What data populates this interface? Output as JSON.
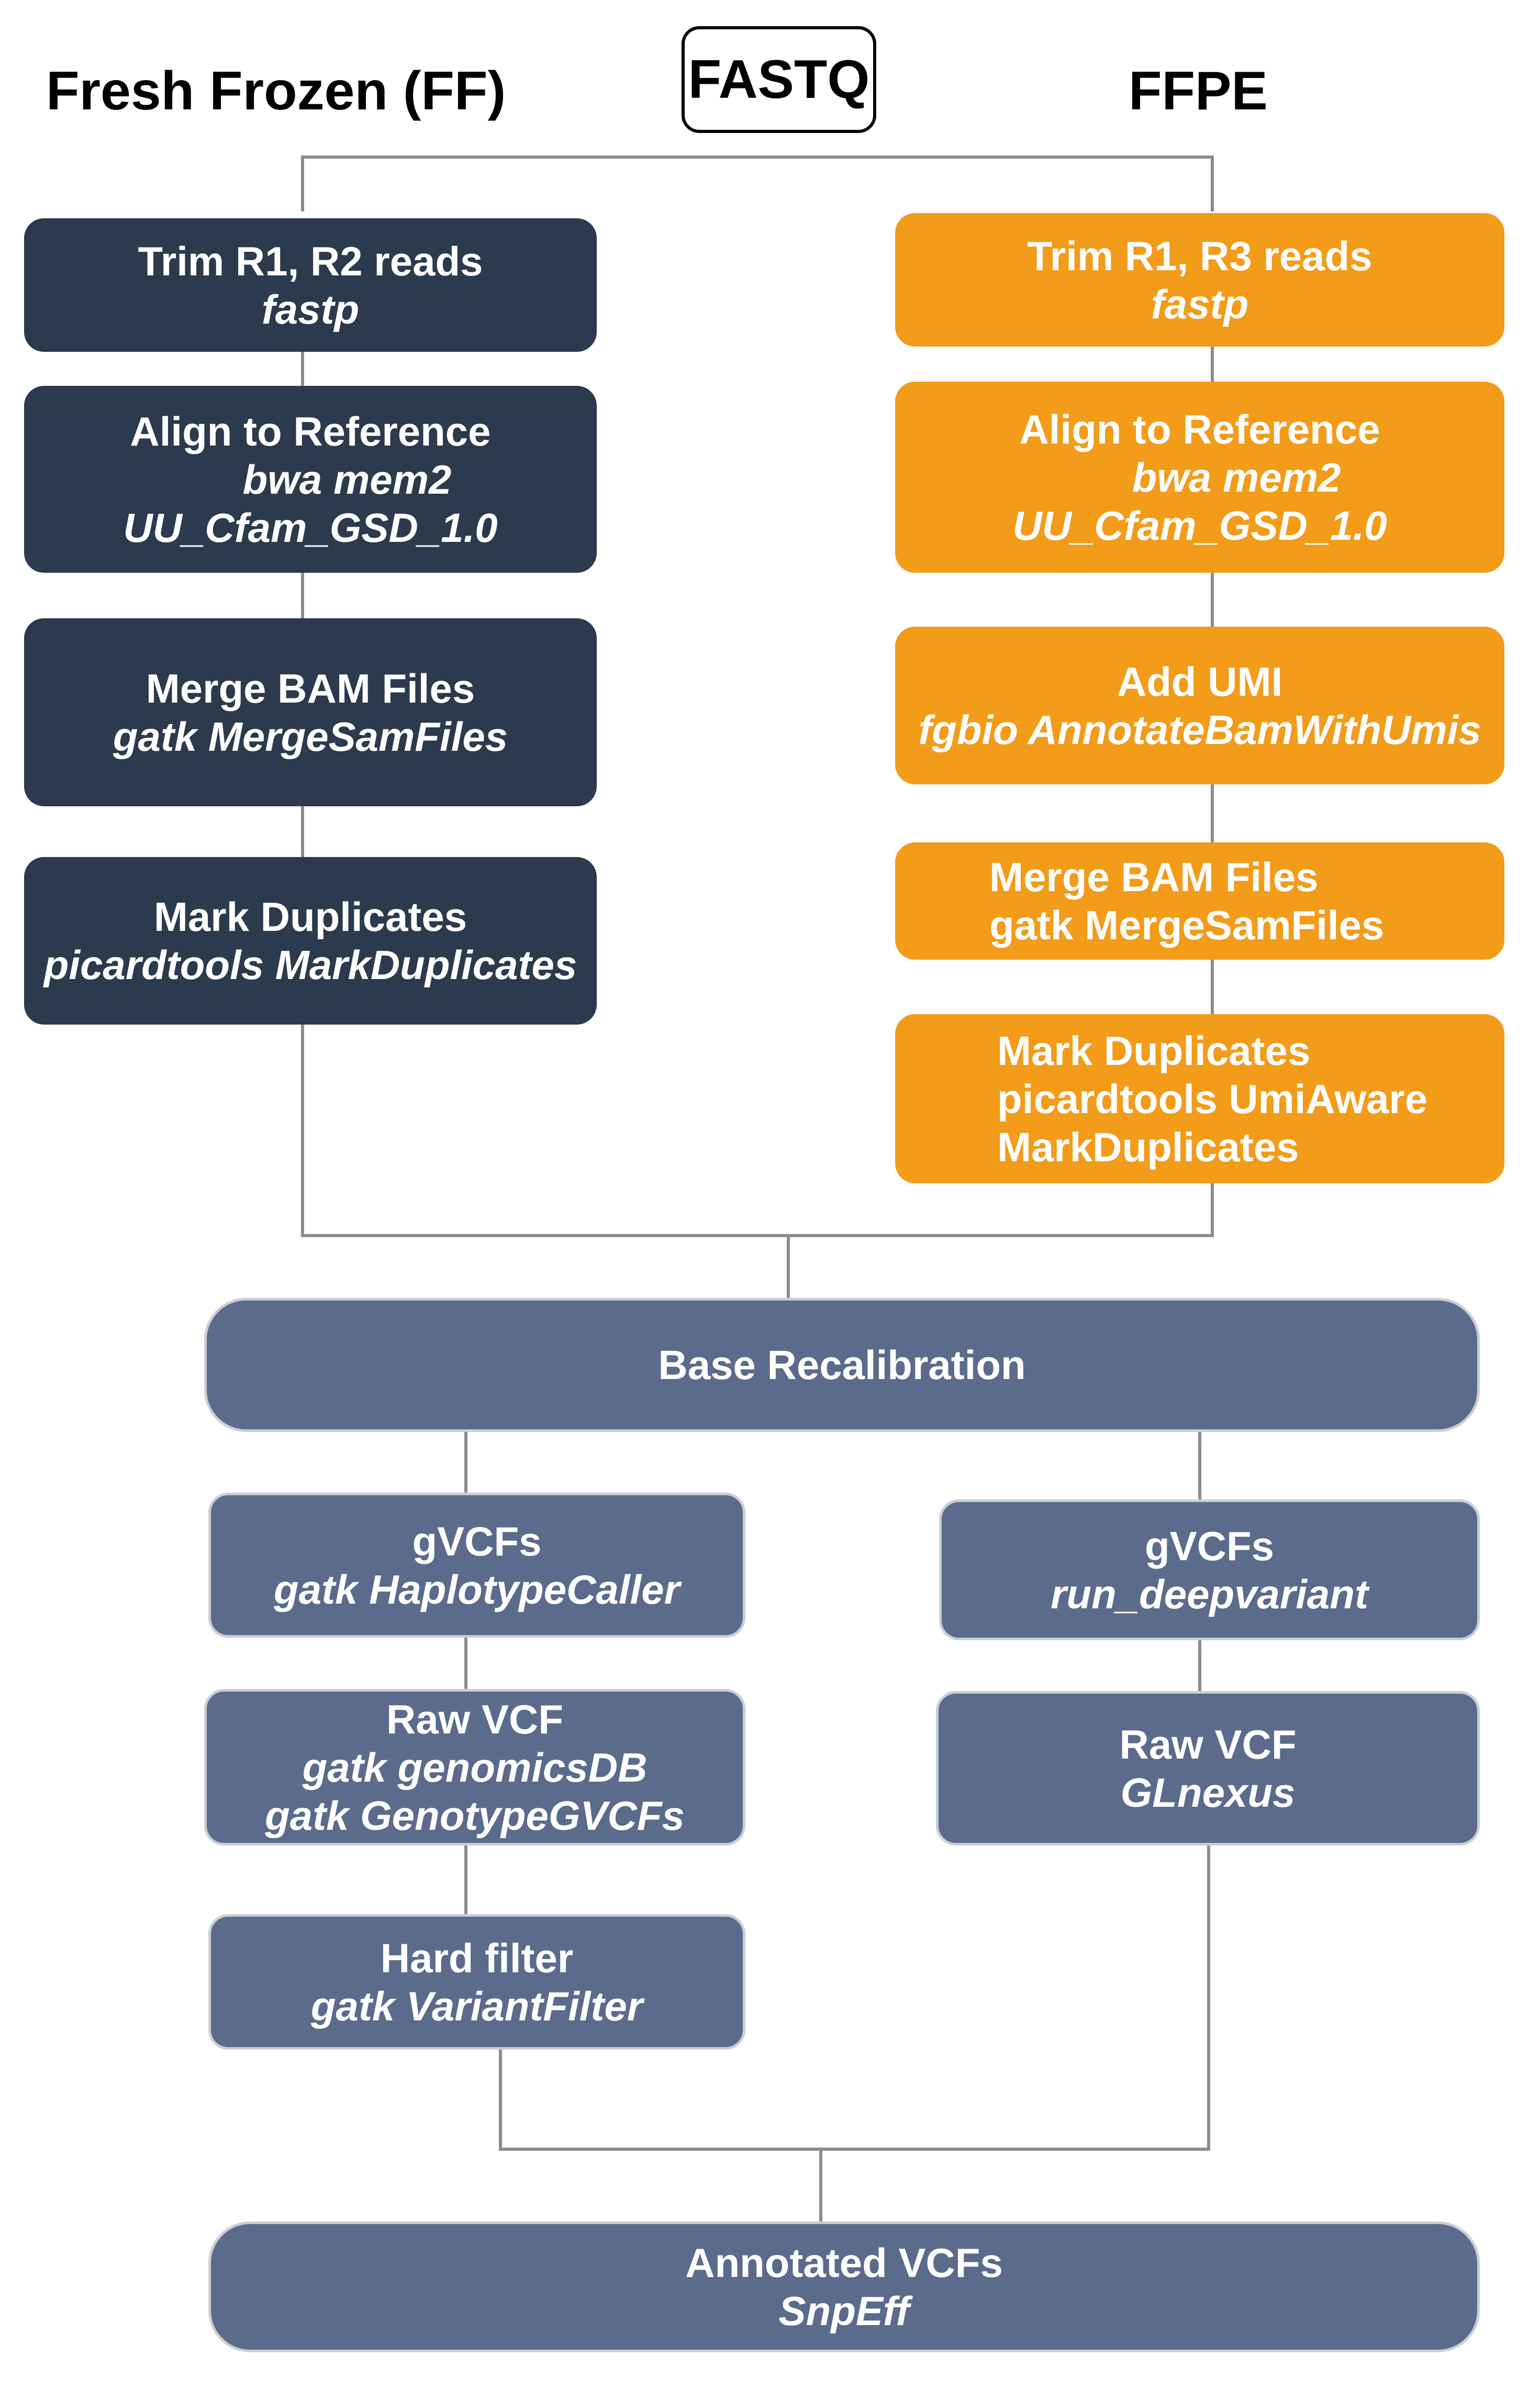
{
  "headings": {
    "left": "Fresh Frozen (FF)",
    "center": "FASTQ",
    "right": "FFPE"
  },
  "ff_steps": [
    {
      "title": "Trim R1, R2 reads",
      "tool": "fastp"
    },
    {
      "title": "Align to Reference",
      "tool": "bwa mem2",
      "tool2": "UU_Cfam_GSD_1.0"
    },
    {
      "title": "Merge BAM Files",
      "tool": "gatk MergeSamFiles"
    },
    {
      "title": "Mark Duplicates",
      "tool": "picardtools MarkDuplicates"
    }
  ],
  "ffpe_steps": [
    {
      "title": "Trim R1, R3 reads",
      "tool": "fastp"
    },
    {
      "title": "Align to Reference",
      "tool": "bwa mem2",
      "tool2": "UU_Cfam_GSD_1.0"
    },
    {
      "title": "Add UMI",
      "tool": "fgbio AnnotateBamWithUmis"
    },
    {
      "title": "Merge BAM Files",
      "tool": "gatk MergeSamFiles"
    },
    {
      "title": "Mark Duplicates",
      "tool": "picardtools UmiAware",
      "tool2": "MarkDuplicates"
    }
  ],
  "shared_step": {
    "title": "Base Recalibration"
  },
  "left_calling": [
    {
      "title": "gVCFs",
      "tool": "gatk HaplotypeCaller"
    },
    {
      "title": "Raw VCF",
      "tool": "gatk genomicsDB",
      "tool2": "gatk GenotypeGVCFs"
    },
    {
      "title": "Hard filter",
      "tool": "gatk VariantFilter"
    }
  ],
  "right_calling": [
    {
      "title": "gVCFs",
      "tool": "run_deepvariant"
    },
    {
      "title": "Raw VCF",
      "tool": "GLnexus"
    }
  ],
  "final_step": {
    "title": "Annotated VCFs",
    "tool": "SnpEff"
  },
  "colors": {
    "ff_box": "#2b3a4d",
    "ffpe_box": "#f29c1a",
    "shared_box": "#5b6b8b",
    "connector": "#8c8c8c",
    "text": "#ffffff"
  }
}
